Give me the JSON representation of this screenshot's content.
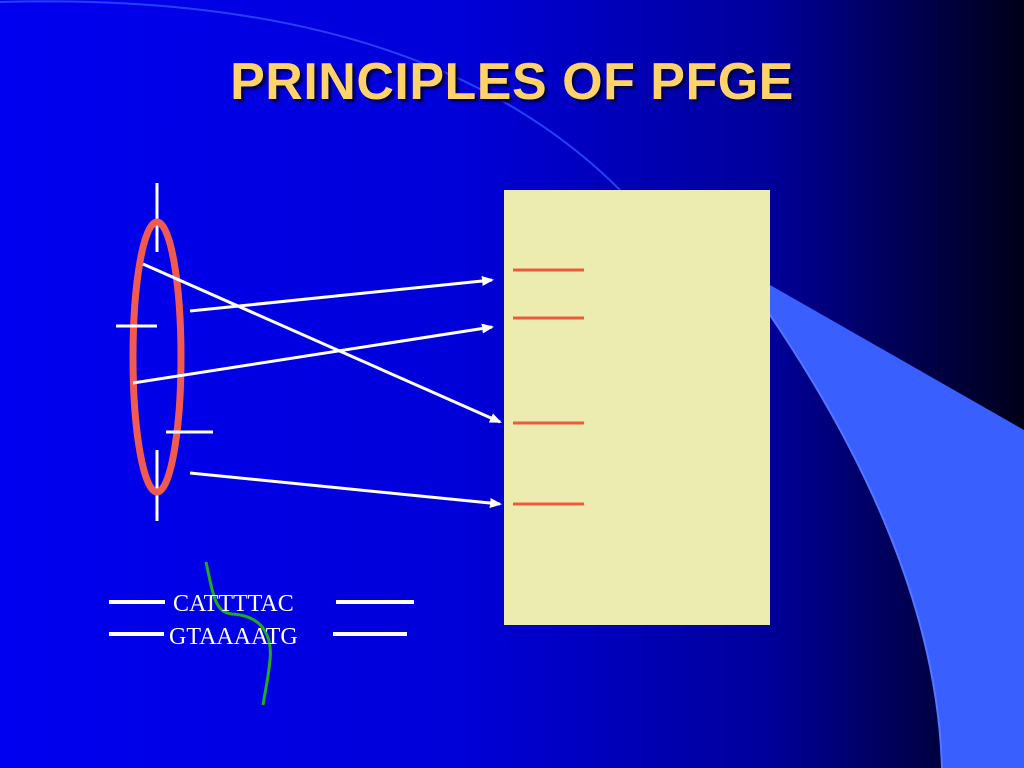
{
  "title": "PRINCIPLES OF PFGE",
  "sequence": {
    "top_strand": "CATTTTAC",
    "bottom_strand": "GTAAAATG"
  },
  "colors": {
    "title": "#ffd36a",
    "gel": "#ececb0",
    "band": "#f05a3c",
    "ellipse": "#f05a50",
    "arrow": "#ffffff",
    "cut_line": "#22aa22"
  },
  "icons": [
    "dna-molecule-icon",
    "restriction-site-icon",
    "gel-band-icon",
    "arrow-icon",
    "cut-site-icon"
  ]
}
